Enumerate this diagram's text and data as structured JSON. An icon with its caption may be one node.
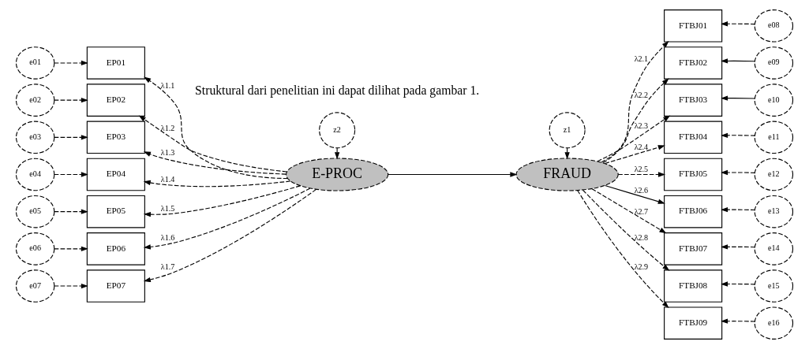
{
  "diagram": {
    "nodes": [
      {
        "text": [
          "E-PROC"
        ]
      },
      {
        "text": [
          "FRAUD"
        ]
      },
      {
        "text": [
          "z2"
        ]
      },
      {
        "text": [
          "z1"
        ]
      },
      {
        "text": [
          "EP01"
        ]
      },
      {
        "text": [
          "EP02"
        ]
      },
      {
        "text": [
          "EP03"
        ]
      },
      {
        "text": [
          "EP04"
        ]
      },
      {
        "text": [
          "EP05"
        ]
      },
      {
        "text": [
          "EP06"
        ]
      },
      {
        "text": [
          "EP07"
        ]
      },
      {
        "text": [
          "e01"
        ]
      },
      {
        "text": [
          "e02"
        ]
      },
      {
        "text": [
          "e03"
        ]
      },
      {
        "text": [
          "e04"
        ]
      },
      {
        "text": [
          "e05"
        ]
      },
      {
        "text": [
          "e06"
        ]
      },
      {
        "text": [
          "e07"
        ]
      },
      {
        "text": [
          "FTBJ01"
        ]
      },
      {
        "text": [
          "FTBJ02"
        ]
      },
      {
        "text": [
          "FTBJ03"
        ]
      },
      {
        "text": [
          "FTBJ04"
        ]
      },
      {
        "text": [
          "FTBJ05"
        ]
      },
      {
        "text": [
          "FTBJ06"
        ]
      },
      {
        "text": [
          "FTBJ07"
        ]
      },
      {
        "text": [
          "FTBJ08"
        ]
      },
      {
        "text": [
          "FTBJ09"
        ]
      },
      {
        "text": [
          "e08"
        ]
      },
      {
        "text": [
          "e09"
        ]
      },
      {
        "text": [
          "e10"
        ]
      },
      {
        "text": [
          "e11"
        ]
      },
      {
        "text": [
          "e12"
        ]
      },
      {
        "text": [
          "e13"
        ]
      },
      {
        "text": [
          "e14"
        ]
      },
      {
        "text": [
          "e15"
        ]
      },
      {
        "text": [
          "e16"
        ]
      }
    ],
    "edges": [
      {
        "from": 0,
        "to": 1,
        "arrow": "to"
      },
      {
        "from": 2,
        "to": 0,
        "arrow": "to",
        "style": "dashed"
      },
      {
        "from": 3,
        "to": 1,
        "arrow": "to",
        "style": "dashed"
      },
      {
        "from": 0,
        "to": 4,
        "arrow": "to",
        "label": "λ1.1",
        "style": "dashed"
      },
      {
        "from": 0,
        "to": 5,
        "arrow": "to",
        "label": "λ1.2",
        "style": "dashed"
      },
      {
        "from": 0,
        "to": 6,
        "arrow": "to",
        "label": "λ1.3",
        "style": "dashed"
      },
      {
        "from": 0,
        "to": 7,
        "arrow": "to",
        "label": "λ1.4",
        "style": "dashed"
      },
      {
        "from": 0,
        "to": 8,
        "arrow": "to",
        "label": "λ1.5",
        "style": "dashed"
      },
      {
        "from": 0,
        "to": 9,
        "arrow": "to",
        "label": "λ1.6",
        "style": "dashed"
      },
      {
        "from": 0,
        "to": 10,
        "arrow": "to",
        "label": "λ1.7",
        "style": "dashed"
      },
      {
        "from": 11,
        "to": 4,
        "arrow": "to",
        "style": "dashed"
      },
      {
        "from": 12,
        "to": 5,
        "arrow": "to",
        "style": "dashed"
      },
      {
        "from": 13,
        "to": 6,
        "arrow": "to",
        "style": "dashed"
      },
      {
        "from": 14,
        "to": 7,
        "arrow": "to",
        "style": "dashed"
      },
      {
        "from": 15,
        "to": 8,
        "arrow": "to",
        "style": "dashed"
      },
      {
        "from": 16,
        "to": 9,
        "arrow": "to",
        "style": "dashed"
      },
      {
        "from": 17,
        "to": 10,
        "arrow": "to",
        "style": "dashed"
      },
      {
        "from": 1,
        "to": 18,
        "arrow": "to",
        "label": "λ2.1",
        "style": "dashed"
      },
      {
        "from": 1,
        "to": 19,
        "arrow": "to",
        "label": "λ2.2",
        "style": "dashed"
      },
      {
        "from": 1,
        "to": 20,
        "arrow": "to",
        "label": "λ2.3",
        "style": "dashed"
      },
      {
        "from": 1,
        "to": 21,
        "arrow": "to",
        "label": "λ2.4",
        "style": "dashed"
      },
      {
        "from": 1,
        "to": 22,
        "arrow": "to",
        "label": "λ2.5",
        "style": "dashed"
      },
      {
        "from": 1,
        "to": 23,
        "arrow": "to",
        "label": "λ2.6"
      },
      {
        "from": 1,
        "to": 24,
        "arrow": "to",
        "label": "λ2.7",
        "style": "dashed"
      },
      {
        "from": 1,
        "to": 25,
        "arrow": "to",
        "label": "λ2.8",
        "style": "dashed"
      },
      {
        "from": 1,
        "to": 26,
        "arrow": "to",
        "label": "λ2.9",
        "style": "dashed"
      },
      {
        "from": 27,
        "to": 18,
        "arrow": "to",
        "style": "dashed"
      },
      {
        "from": 28,
        "to": 19,
        "arrow": "to"
      },
      {
        "from": 29,
        "to": 20,
        "arrow": "to"
      },
      {
        "from": 30,
        "to": 21,
        "arrow": "to",
        "style": "dashed"
      },
      {
        "from": 31,
        "to": 22,
        "arrow": "to",
        "style": "dashed"
      },
      {
        "from": 32,
        "to": 23,
        "arrow": "to",
        "style": "dashed"
      },
      {
        "from": 33,
        "to": 24,
        "arrow": "to",
        "style": "dashed"
      },
      {
        "from": 34,
        "to": 25,
        "arrow": "to",
        "style": "dashed"
      },
      {
        "from": 35,
        "to": 26,
        "arrow": "to",
        "style": "dashed"
      }
    ],
    "labels": [
      "Struktural dari penelitian ini dapat dilihat pada gambar 1."
    ]
  }
}
